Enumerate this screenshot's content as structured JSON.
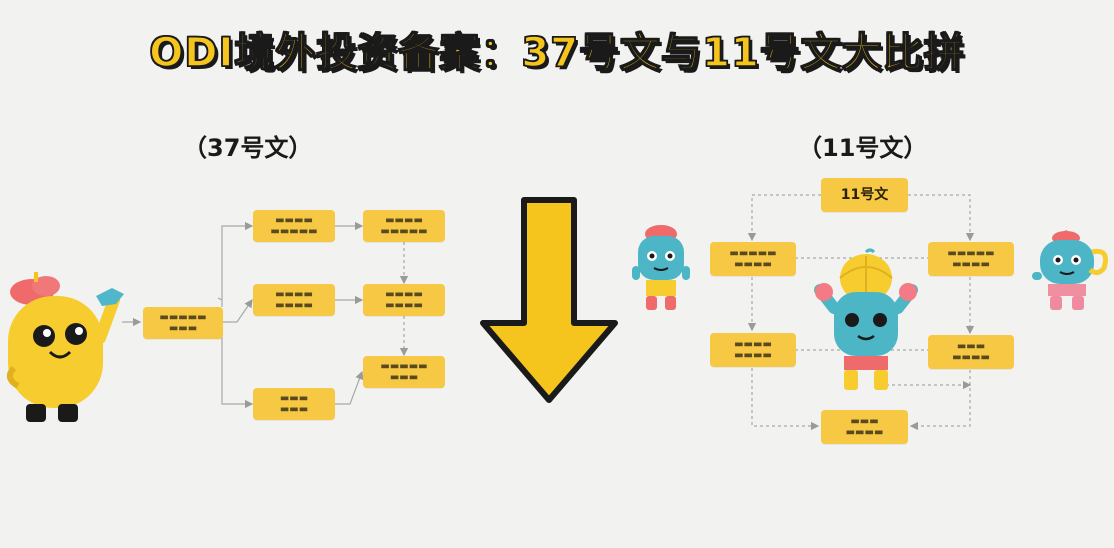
{
  "title": "ODI境外投资备案：37号文与11号文大比拼",
  "left_label": "（37号文）",
  "right_label": "（11号文）",
  "right_center_node": "11号文"
}
